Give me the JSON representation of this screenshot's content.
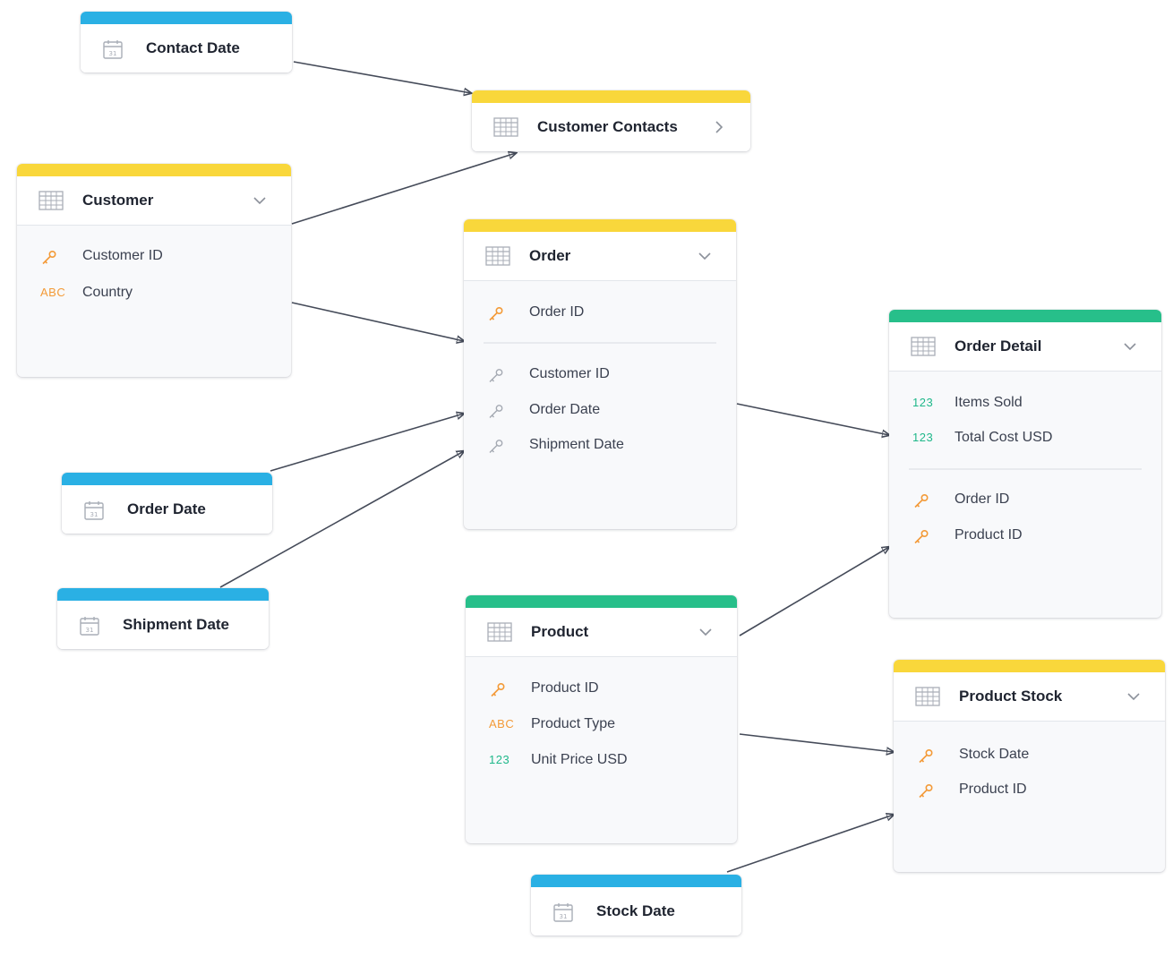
{
  "colors": {
    "date_bar": "#2ab0e4",
    "dataset_bar": "#f9d73b",
    "fact_bar": "#27bf8a",
    "key": "#f39a37",
    "foreign_key": "#a4a9b2",
    "number": "#1fb88a",
    "edge": "#454b59"
  },
  "nodes": {
    "contact_date": {
      "title": "Contact Date",
      "icon": "calendar-icon"
    },
    "customer_contacts": {
      "title": "Customer Contacts",
      "icon": "table-icon",
      "chevron": "chevron-right-icon"
    },
    "customer": {
      "title": "Customer",
      "icon": "table-icon",
      "chevron": "chevron-down-icon",
      "fields": [
        {
          "icon": "key-icon",
          "label": "Customer ID"
        },
        {
          "icon": "abc-icon",
          "glyph": "ABC",
          "label": "Country"
        }
      ]
    },
    "order": {
      "title": "Order",
      "icon": "table-icon",
      "chevron": "chevron-down-icon",
      "fields": [
        {
          "icon": "key-icon",
          "label": "Order ID"
        },
        {
          "icon": "foreign-key-icon",
          "label": "Customer ID"
        },
        {
          "icon": "foreign-key-icon",
          "label": "Order Date"
        },
        {
          "icon": "foreign-key-icon",
          "label": "Shipment Date"
        }
      ]
    },
    "order_detail": {
      "title": "Order Detail",
      "icon": "table-icon",
      "chevron": "chevron-down-icon",
      "fields": [
        {
          "icon": "number-icon",
          "glyph": "123",
          "label": "Items Sold"
        },
        {
          "icon": "number-icon",
          "glyph": "123",
          "label": "Total Cost USD"
        },
        {
          "icon": "key-icon",
          "label": "Order ID"
        },
        {
          "icon": "key-icon",
          "label": "Product ID"
        }
      ]
    },
    "order_date": {
      "title": "Order Date",
      "icon": "calendar-icon"
    },
    "shipment_date": {
      "title": "Shipment Date",
      "icon": "calendar-icon"
    },
    "product": {
      "title": "Product",
      "icon": "table-icon",
      "chevron": "chevron-down-icon",
      "fields": [
        {
          "icon": "key-icon",
          "label": "Product ID"
        },
        {
          "icon": "abc-icon",
          "glyph": "ABC",
          "label": "Product Type"
        },
        {
          "icon": "number-icon",
          "glyph": "123",
          "label": "Unit Price USD"
        }
      ]
    },
    "product_stock": {
      "title": "Product Stock",
      "icon": "table-icon",
      "chevron": "chevron-down-icon",
      "fields": [
        {
          "icon": "key-icon",
          "label": "Stock Date"
        },
        {
          "icon": "key-icon",
          "label": "Product ID"
        }
      ]
    },
    "stock_date": {
      "title": "Stock Date",
      "icon": "calendar-icon"
    }
  },
  "edges": [
    {
      "from": "contact_date",
      "to": "customer_contacts"
    },
    {
      "from": "customer",
      "to": "customer_contacts"
    },
    {
      "from": "customer",
      "to": "order"
    },
    {
      "from": "order_date",
      "to": "order"
    },
    {
      "from": "shipment_date",
      "to": "order"
    },
    {
      "from": "order",
      "to": "order_detail"
    },
    {
      "from": "product",
      "to": "order_detail"
    },
    {
      "from": "product",
      "to": "product_stock"
    },
    {
      "from": "stock_date",
      "to": "product_stock"
    }
  ]
}
